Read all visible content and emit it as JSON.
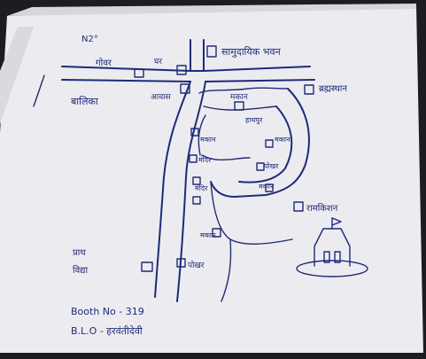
{
  "map": {
    "north_mark": "N2°",
    "labels": {
      "top_left": "गोवर",
      "top_left_2": "घर",
      "top_right": "सामुदायिक भवन",
      "left_mid": "बालिका",
      "left_mid_2": "आवास",
      "right_upper": "ब्रह्मस्थान",
      "center_top": "मकान",
      "center_2": "हाथपुर",
      "center_3": "मकान",
      "center_4": "मंदिर",
      "center_5": "मकान",
      "center_6": "पोखर",
      "center_7": "मकान",
      "center_8": "मंदिर",
      "right_mid": "रामकिशन",
      "left_lower": "मकान",
      "left_lower_2": "प्राथ",
      "left_lower_3": "विद्या",
      "bottom_center": "पोखर",
      "temple_label": ""
    },
    "booth_no": "Booth No - 319",
    "blo": "B.L.O - हरवंतीदेवी"
  }
}
